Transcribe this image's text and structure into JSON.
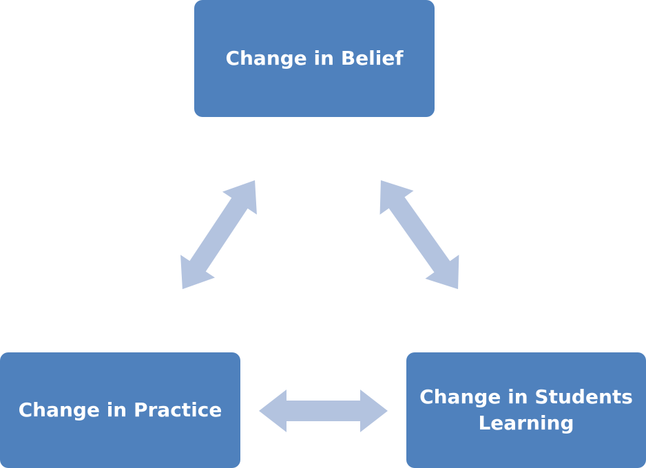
{
  "nodes": {
    "belief": "Change in Belief",
    "practice": "Change in Practice",
    "learning": "Change in Students Learning"
  },
  "colors": {
    "box": "#4f81bd",
    "arrow": "#b3c3df",
    "text": "#ffffff"
  },
  "edges": [
    {
      "from": "practice",
      "to": "belief",
      "type": "bidirectional"
    },
    {
      "from": "belief",
      "to": "learning",
      "type": "bidirectional"
    },
    {
      "from": "practice",
      "to": "learning",
      "type": "bidirectional"
    }
  ]
}
